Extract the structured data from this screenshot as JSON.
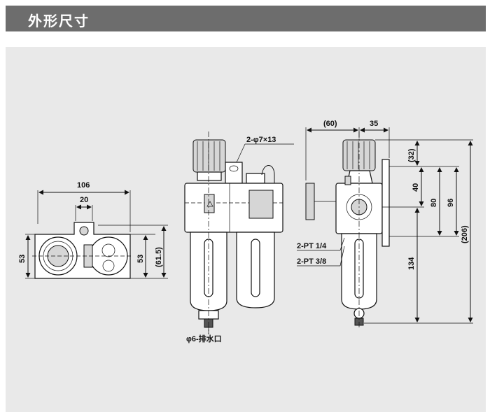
{
  "header": {
    "title": "外形尺寸"
  },
  "colors": {
    "header_bg": "#6d6d6d",
    "panel_bg": "#e9e9e9",
    "line": "#111111"
  },
  "top_view": {
    "dim_width": "106",
    "dim_port": "20",
    "dim_left_height": "53",
    "dim_right_height": "53",
    "dim_total_height": "(61.5)"
  },
  "front_view": {
    "label_mount_hole": "2-φ7×13",
    "label_drain": "φ6-排水口"
  },
  "side_view": {
    "dim_gauge": "(60)",
    "dim_depth": "35",
    "dim_top": "(32)",
    "dim_40": "40",
    "dim_80": "80",
    "dim_96": "96",
    "dim_total": "(206)",
    "dim_134": "134",
    "port_label_1": "2-PT 1/4",
    "port_label_2": "2-PT 3/8"
  }
}
